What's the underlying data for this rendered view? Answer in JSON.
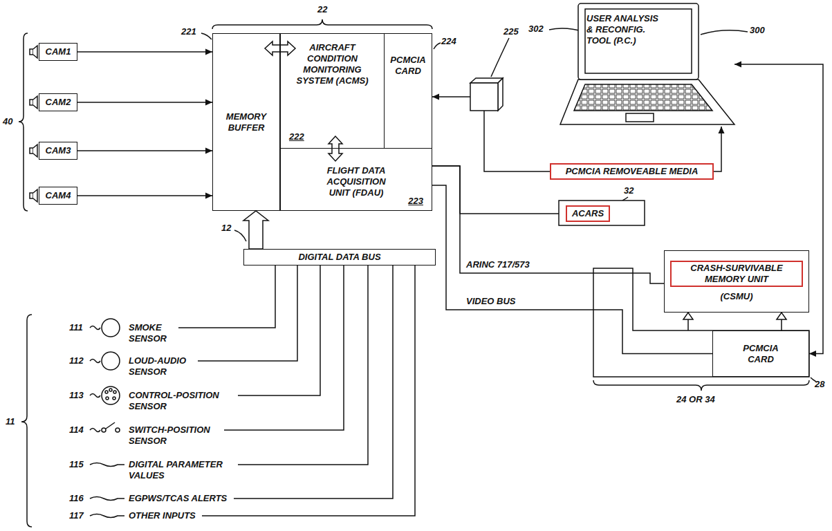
{
  "diagram": {
    "nodes": [
      {
        "text": [
          "CAM1"
        ]
      },
      {
        "text": [
          "CAM2"
        ]
      },
      {
        "text": [
          "CAM3"
        ]
      },
      {
        "text": [
          "CAM4"
        ]
      },
      {
        "text": [
          "MEMORY BUFFER"
        ]
      },
      {
        "text": [
          "AIRCRAFT CONDITION MONITORING SYSTEM (ACMS)",
          "222"
        ]
      },
      {
        "text": [
          "PCMCIA CARD"
        ]
      },
      {
        "text": [
          "FLIGHT DATA ACQUISITION UNIT (FDAU)",
          "223"
        ]
      },
      {
        "text": [
          "USER ANALYSIS & RECONFIG. TOOL (P.C.)"
        ]
      },
      {
        "text": [
          "PCMCIA REMOVEABLE MEDIA"
        ]
      },
      {
        "text": [
          "DIGITAL DATA BUS"
        ]
      },
      {
        "text": [
          "ACARS"
        ]
      },
      {
        "text": [
          "CRASH-SURVIVABLE MEMORY UNIT",
          "(CSMU)"
        ]
      },
      {
        "text": [
          "PCMCIA CARD"
        ]
      }
    ],
    "edges": [
      {
        "from": 0,
        "to": 4,
        "arrow": "to"
      },
      {
        "from": 1,
        "to": 4,
        "arrow": "to"
      },
      {
        "from": 2,
        "to": 4,
        "arrow": "to"
      },
      {
        "from": 3,
        "to": 4,
        "arrow": "to"
      },
      {
        "from": 4,
        "to": 5,
        "arrow": "both"
      },
      {
        "from": 5,
        "to": 7,
        "arrow": "both"
      },
      {
        "from": 10,
        "to": 4,
        "arrow": "to"
      },
      {
        "from": 9,
        "to": 6,
        "arrow": "to"
      },
      {
        "from": 9,
        "to": 8,
        "arrow": "to"
      },
      {
        "from": 13,
        "to": 8,
        "arrow": "both"
      },
      {
        "from": 7,
        "to": 11,
        "arrow": "none"
      },
      {
        "from": 7,
        "to": 12,
        "label": "ARINC 717/573",
        "arrow": "none"
      },
      {
        "from": 7,
        "to": 13,
        "label": "VIDEO BUS",
        "arrow": "none"
      }
    ],
    "labels": [
      "22",
      "221",
      "224",
      "225",
      "302",
      "300",
      "40",
      "12",
      "32",
      "28",
      "24 OR 34",
      "11",
      "111",
      "SMOKE SENSOR",
      "112",
      "LOUD-AUDIO SENSOR",
      "113",
      "CONTROL-POSITION SENSOR",
      "114",
      "SWITCH-POSITION SENSOR",
      "115",
      "DIGITAL PARAMETER VALUES",
      "116",
      "EGPWS/TCAS ALERTS",
      "117",
      "OTHER INPUTS"
    ]
  }
}
